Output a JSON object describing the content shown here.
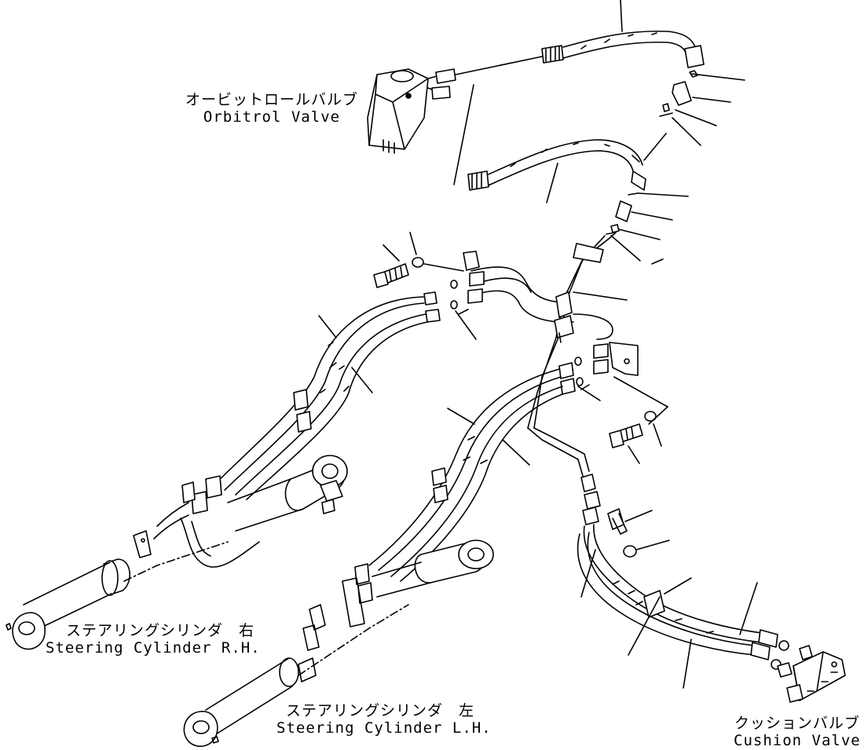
{
  "labels": {
    "orbitrol": {
      "jp": "オービットロールバルブ",
      "en": "Orbitrol Valve"
    },
    "cyl_rh": {
      "jp": "ステアリングシリンダ　右",
      "en": "Steering Cylinder R.H."
    },
    "cyl_lh": {
      "jp": "ステアリングシリンダ　左",
      "en": "Steering Cylinder L.H."
    },
    "cushion": {
      "jp": "クッションバルブ",
      "en": "Cushion Valve"
    }
  }
}
